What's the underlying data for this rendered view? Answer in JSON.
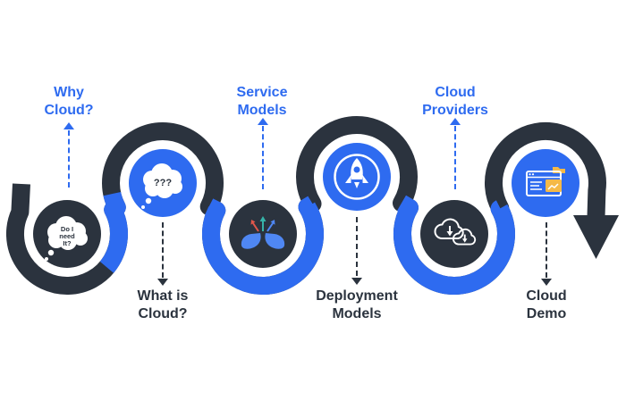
{
  "colors": {
    "road_blue": "#2e6bf0",
    "road_dark": "#2b333e",
    "icon_white": "#ffffff",
    "icon_red": "#e0574b",
    "icon_teal": "#36b3a8",
    "icon_yellow": "#f5b947",
    "hands_blue": "#4f87f3"
  },
  "nodes": [
    {
      "id": "why-cloud",
      "label_lines": [
        "Why",
        "Cloud?"
      ],
      "label_position": "top",
      "label_color": "blue",
      "node_color": "dark",
      "icon": "thought-cloud-icon",
      "icon_text_lines": [
        "Do I",
        "need",
        "It?"
      ]
    },
    {
      "id": "what-is-cloud",
      "label_lines": [
        "What is",
        "Cloud?"
      ],
      "label_position": "bottom",
      "label_color": "dark",
      "node_color": "blue",
      "icon": "question-thought-bubble-icon",
      "icon_text": "???"
    },
    {
      "id": "service-models",
      "label_lines": [
        "Service",
        "Models"
      ],
      "label_position": "top",
      "label_color": "blue",
      "node_color": "dark",
      "icon": "open-hands-icon"
    },
    {
      "id": "deployment-models",
      "label_lines": [
        "Deployment",
        "Models"
      ],
      "label_position": "bottom",
      "label_color": "dark",
      "node_color": "blue",
      "icon": "rocket-icon"
    },
    {
      "id": "cloud-providers",
      "label_lines": [
        "Cloud",
        "Providers"
      ],
      "label_position": "top",
      "label_color": "blue",
      "node_color": "dark",
      "icon": "cloud-download-icon"
    },
    {
      "id": "cloud-demo",
      "label_lines": [
        "Cloud",
        "Demo"
      ],
      "label_position": "bottom",
      "label_color": "dark",
      "node_color": "blue",
      "icon": "dashboard-icon"
    }
  ]
}
